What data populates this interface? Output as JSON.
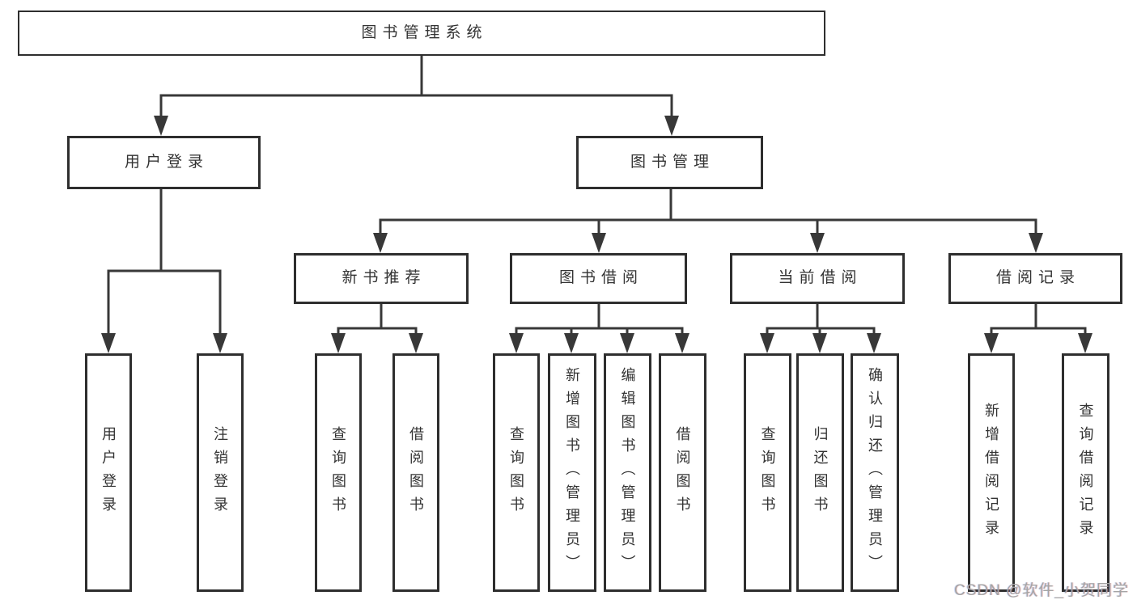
{
  "diagram": {
    "root": {
      "label": "图书管理系统"
    },
    "branches": [
      {
        "label": "用户登录",
        "children": [
          {
            "label": "用户登录"
          },
          {
            "label": "注销登录"
          }
        ]
      },
      {
        "label": "图书管理",
        "children": [
          {
            "label": "新书推荐",
            "children": [
              {
                "label": "查询图书"
              },
              {
                "label": "借阅图书"
              }
            ]
          },
          {
            "label": "图书借阅",
            "children": [
              {
                "label": "查询图书"
              },
              {
                "label": "新增图书（管理员）"
              },
              {
                "label": "编辑图书（管理员）"
              },
              {
                "label": "借阅图书"
              }
            ]
          },
          {
            "label": "当前借阅",
            "children": [
              {
                "label": "查询图书"
              },
              {
                "label": "归还图书"
              },
              {
                "label": "确认归还（管理员）"
              }
            ]
          },
          {
            "label": "借阅记录",
            "children": [
              {
                "label": "新增借阅记录"
              },
              {
                "label": "查询借阅记录"
              }
            ]
          }
        ]
      }
    ],
    "watermark": "CSDN @软件_小贺同学",
    "colors": {
      "line": "#383838",
      "border": "#2e2e2e",
      "text": "#333333",
      "background": "#ffffff",
      "watermark": "#a5a5a5"
    }
  }
}
